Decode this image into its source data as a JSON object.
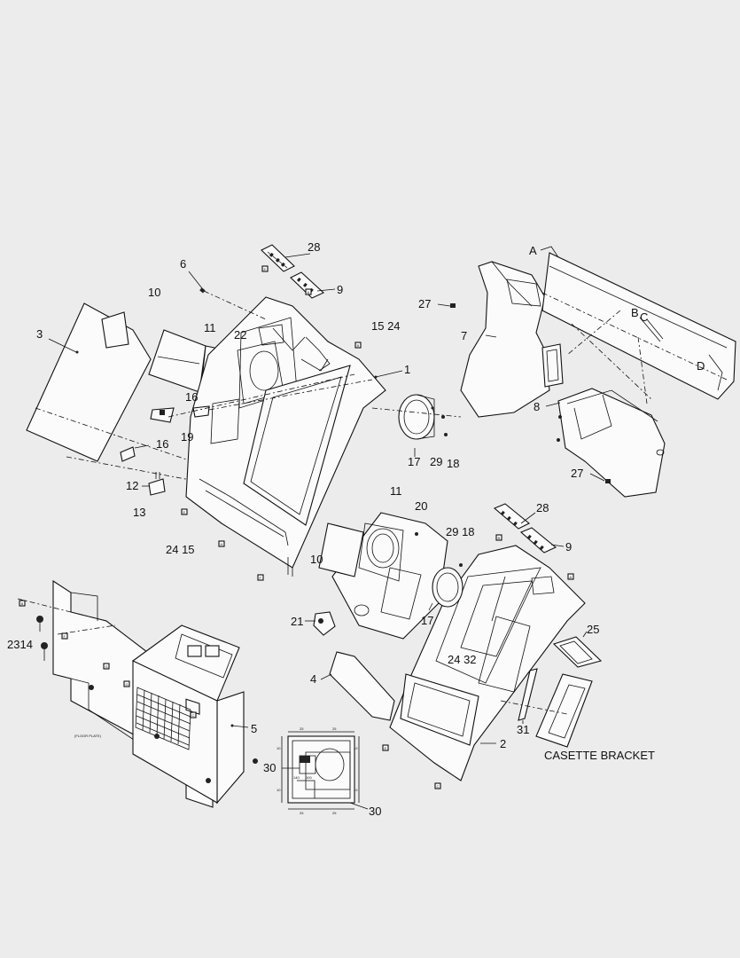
{
  "callouts": {
    "c28a": "28",
    "c9a": "9",
    "c6": "6",
    "c10a": "10",
    "c11a": "11",
    "c22": "22",
    "c15_24a": "15 24",
    "c1": "1",
    "c3": "3",
    "c16a": "16",
    "c19": "19",
    "c16b": "16",
    "c12": "12",
    "c13": "13",
    "c17a": "17",
    "c29a": "29",
    "c18a": "18",
    "c24_15b": "24 15",
    "cA": "A",
    "c27a": "27",
    "c7": "7",
    "cB": "B",
    "cC": "C",
    "cD": "D",
    "c8": "8",
    "c27b": "27",
    "c11b": "11",
    "c20": "20",
    "c29_18b": "29 18",
    "c28b": "28",
    "c9b": "9",
    "c10b": "10",
    "c17b": "17",
    "c21": "21",
    "c25": "25",
    "c24_32": "24 32",
    "c4": "4",
    "c31": "31",
    "c2": "2",
    "c2314": "2314",
    "c5": "5",
    "c30a": "30",
    "c30b": "30"
  },
  "casette_bracket": "CASETTE BRACKET",
  "floor_plate": "(FLOOR PLATE)",
  "bracket_dims": {
    "top_a": "25",
    "top_b": "25",
    "bot_a": "25",
    "bot_b": "25",
    "left_a": "10",
    "left_b": "10",
    "right_a": "10",
    "right_b": "10",
    "mid_a": "140",
    "mid_b": "100"
  },
  "ref_tags": [
    "E",
    "B",
    "E",
    "H",
    "F",
    "B",
    "F",
    "G",
    "G",
    "C",
    "B",
    "A",
    "E",
    "C",
    "A"
  ]
}
